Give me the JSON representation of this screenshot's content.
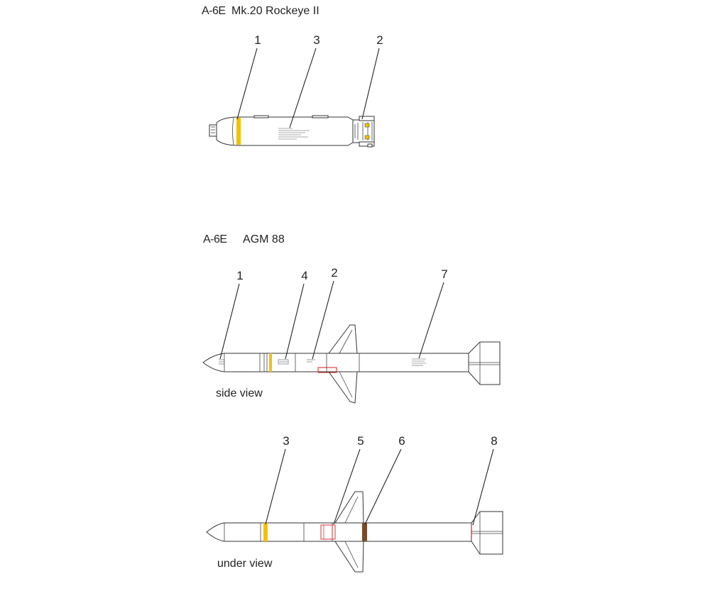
{
  "rockeye": {
    "title_prefix": "A-6E",
    "title_name": "Mk.20 Rockeye II",
    "callouts": [
      "1",
      "3",
      "2"
    ]
  },
  "agm": {
    "title_prefix": "A-6E",
    "title_name": "AGM 88",
    "side_callouts": [
      "1",
      "4",
      "2",
      "7"
    ],
    "side_label": "side view",
    "under_callouts": [
      "3",
      "5",
      "6",
      "8"
    ],
    "under_label": "under view"
  },
  "colors": {
    "yellow_band": "#f2c200",
    "brown_band": "#7a4a2a",
    "red_detail": "#d02020",
    "outline": "#333333"
  }
}
